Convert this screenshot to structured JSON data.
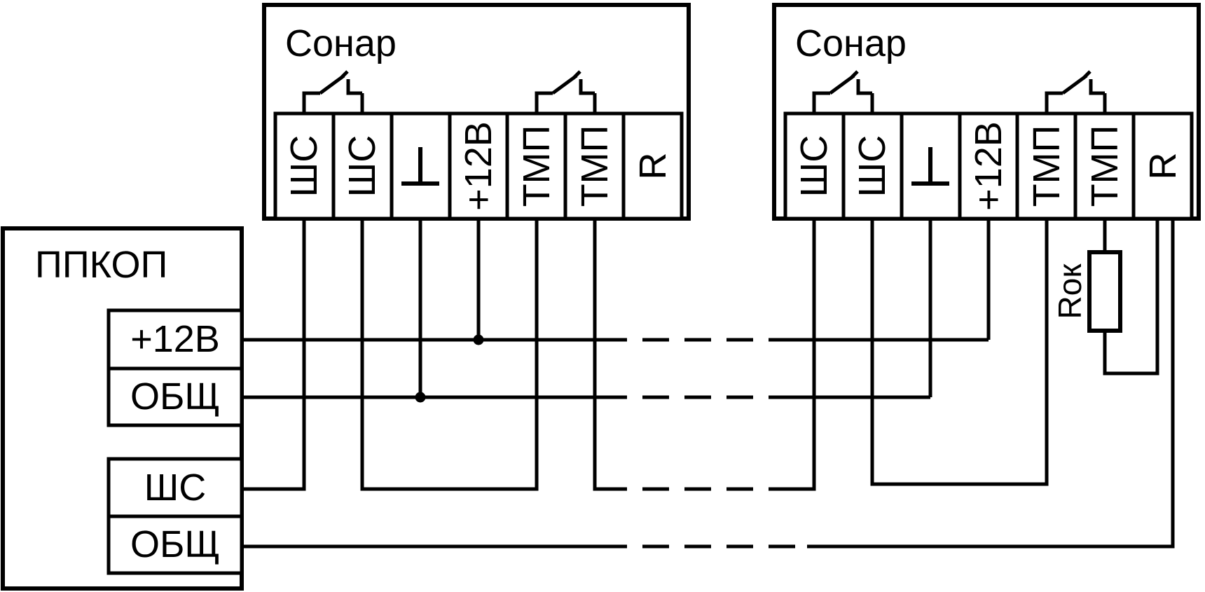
{
  "colors": {
    "ink": "#000000",
    "paper": "#ffffff"
  },
  "panel": {
    "title": "ППКОП",
    "terminals": [
      "+12В",
      "ОБЩ",
      "ШС",
      "ОБЩ"
    ]
  },
  "detectors": [
    {
      "title": "Сонар",
      "terminals": [
        "ШС",
        "ШС",
        "⊥",
        "+12В",
        "ТМП",
        "ТМП",
        "R"
      ]
    },
    {
      "title": "Сонар",
      "terminals": [
        "ШС",
        "ШС",
        "⊥",
        "+12В",
        "ТМП",
        "ТМП",
        "R"
      ]
    }
  ],
  "resistor": {
    "label": "Rок"
  }
}
